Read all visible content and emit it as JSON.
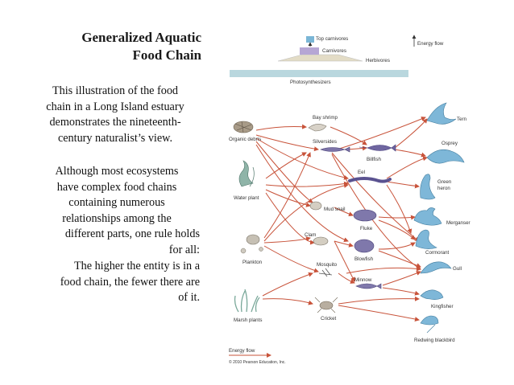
{
  "slide": {
    "title_line1": "Generalized Aquatic",
    "title_line2": "Food Chain",
    "p1_l1": "This illustration of the food",
    "p1_l2": "chain in a Long Island estuary",
    "p1_l3": "demonstrates the nineteenth-",
    "p1_l4": "century naturalist’s view.",
    "p2_l1": "Although most ecosystems",
    "p2_l2": "have complex food chains",
    "p2_l3": "containing numerous",
    "p2_l4": "relationships among the",
    "p2_l5": "different parts, one rule holds",
    "p2_l6": "for all:",
    "p3_l1": "The higher the entity is in a",
    "p3_l2": "food chain, the fewer there are",
    "p3_l3": "of it."
  },
  "pyramid": {
    "top": "Top carnivores",
    "carnivores": "Carnivores",
    "herbivores": "Herbivores",
    "producers": "Photosynthesizers",
    "energy_flow": "Energy flow"
  },
  "web": {
    "organic_debris": "Organic debris",
    "water_plant": "Water plant",
    "plankton": "Plankton",
    "marsh_plants": "Marsh plants",
    "bay_shrimp": "Bay shrimp",
    "silversides": "Silversides",
    "eel": "Eel",
    "mud_snail": "Mud snail",
    "clam": "Clam",
    "mosquito": "Mosquito",
    "cricket": "Cricket",
    "billfish": "Billfish",
    "fluke": "Fluke",
    "blowfish": "Blowfish",
    "minnow": "Minnow",
    "tern": "Tern",
    "osprey": "Osprey",
    "green_heron_1": "Green",
    "green_heron_2": "heron",
    "merganser": "Merganser",
    "cormorant": "Cormorant",
    "gull": "Gull",
    "kingfisher": "Kingfisher",
    "redwing": "Redwing blackbird",
    "energy_flow": "Energy flow",
    "copyright": "© 2010 Pearson Education, Inc."
  },
  "colors": {
    "arrow": "#c8533a",
    "pyramid_top": "#7ab6d6",
    "pyramid_mid": "#b6a6d4",
    "pyramid_low": "#e3dcc6",
    "pyramid_base": "#b9d7de"
  }
}
